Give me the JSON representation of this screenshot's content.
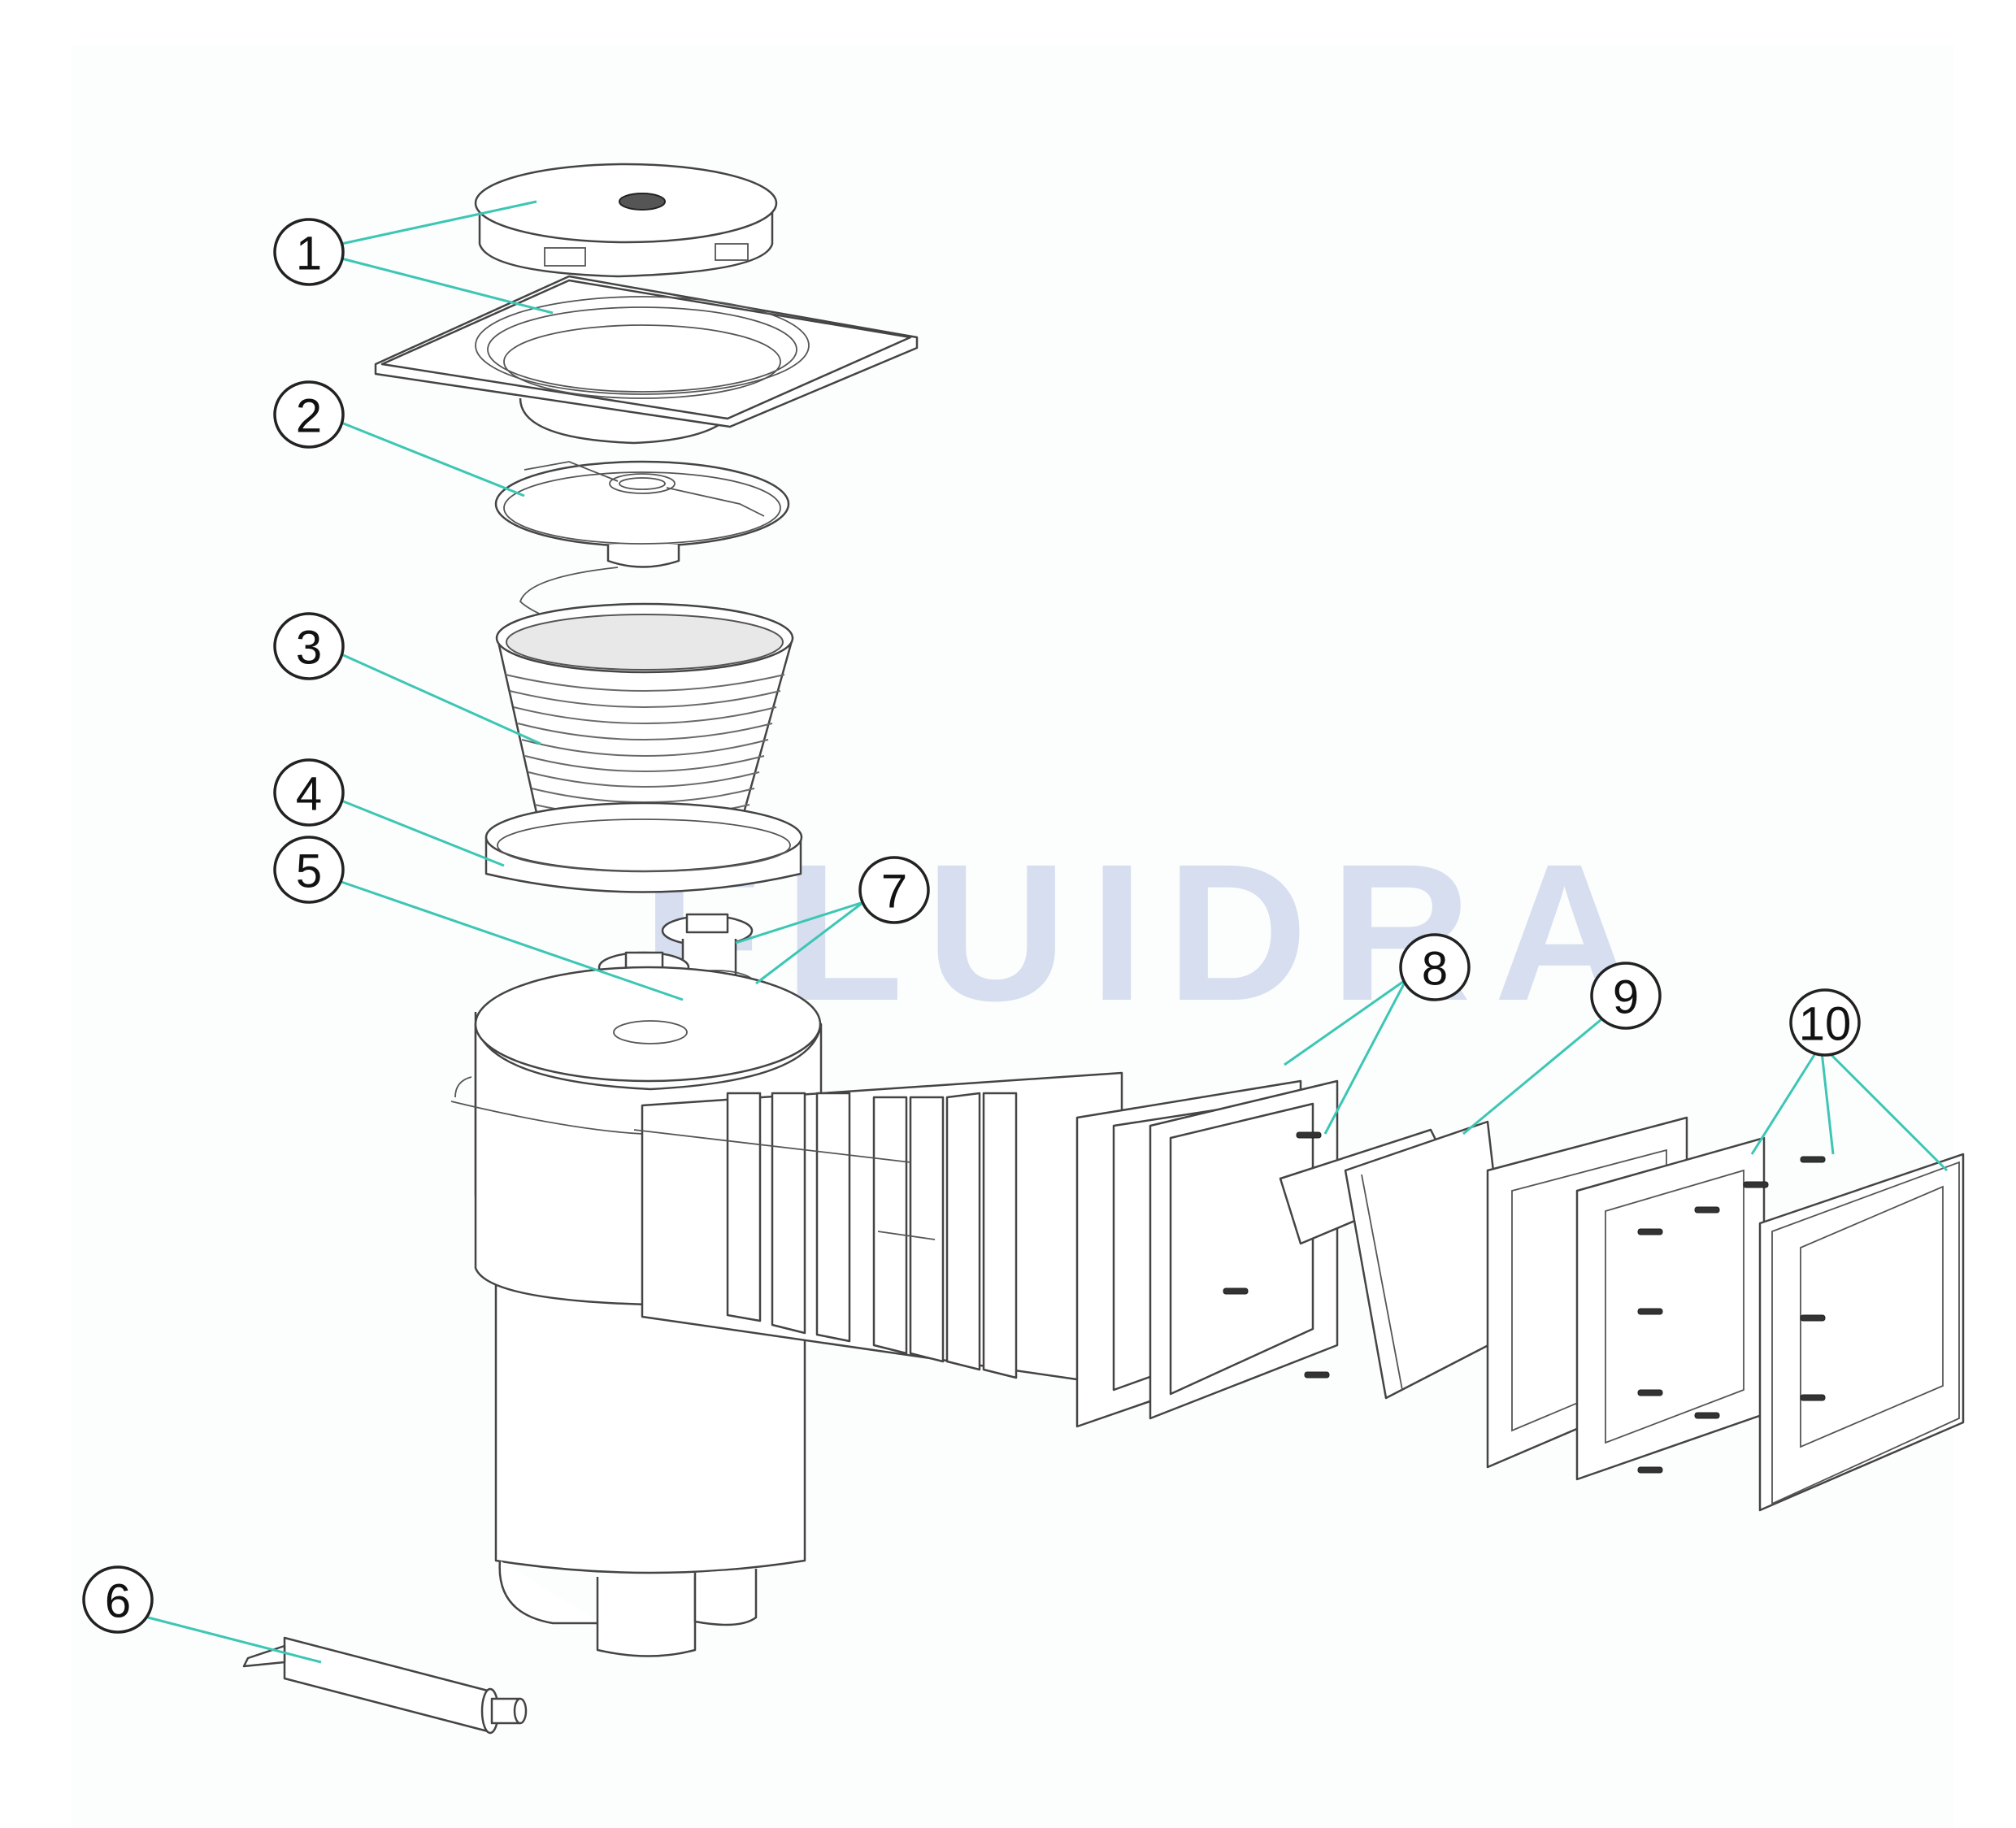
{
  "diagram": {
    "type": "exploded-parts-diagram",
    "subject": "pool skimmer assembly",
    "watermark": "FLUIDRA",
    "colors": {
      "background": "#ffffff",
      "panel": "#fcfdfd",
      "leader_line": "#3cc6b4",
      "watermark": "#d6deef",
      "outline": "#444444"
    },
    "callouts": [
      {
        "number": "1",
        "label": "1",
        "targets": [
          "skimmer lid",
          "square collar/deck frame"
        ]
      },
      {
        "number": "2",
        "label": "2",
        "targets": [
          "skimmer cover plate with float"
        ]
      },
      {
        "number": "3",
        "label": "3",
        "targets": [
          "basket"
        ]
      },
      {
        "number": "4",
        "label": "4",
        "targets": [
          "basket support ring"
        ]
      },
      {
        "number": "5",
        "label": "5",
        "targets": [
          "plug"
        ]
      },
      {
        "number": "6",
        "label": "6",
        "targets": [
          "adhesive tube"
        ]
      },
      {
        "number": "7",
        "label": "7",
        "targets": [
          "threaded plug",
          "o-ring"
        ]
      },
      {
        "number": "8",
        "label": "8",
        "targets": [
          "mouth gasket",
          "screw"
        ]
      },
      {
        "number": "9",
        "label": "9",
        "targets": [
          "weir flap"
        ]
      },
      {
        "number": "10",
        "label": "10",
        "targets": [
          "faceplate frame",
          "screws",
          "trim cover"
        ]
      }
    ]
  }
}
